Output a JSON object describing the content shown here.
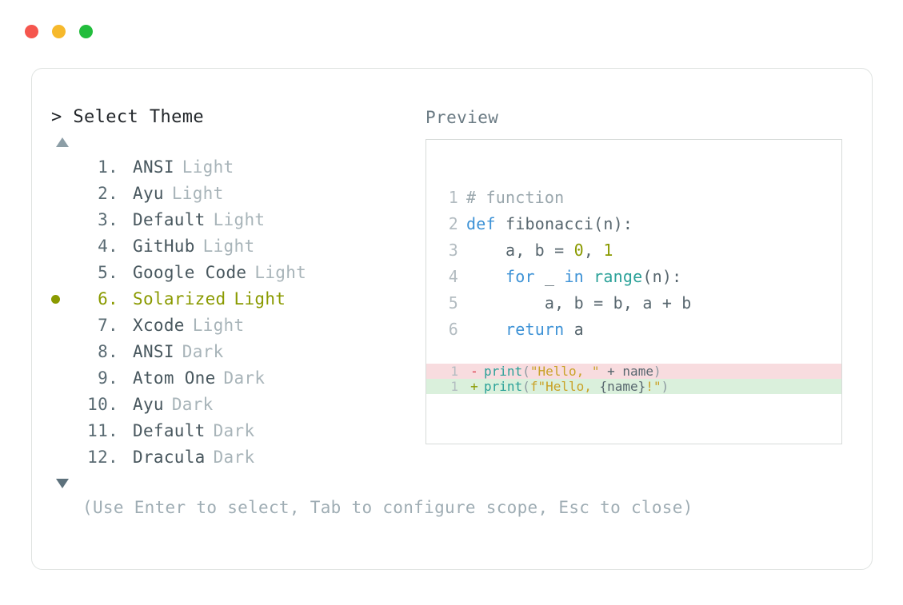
{
  "window": {
    "dots": [
      {
        "name": "close-dot",
        "color": "#f5564e"
      },
      {
        "name": "minimize-dot",
        "color": "#f6b92c"
      },
      {
        "name": "maximize-dot",
        "color": "#22bd3c"
      }
    ]
  },
  "selector": {
    "prompt_caret": ">",
    "prompt_title": "Select Theme",
    "scroll_up_icon": "triangle-up-icon",
    "scroll_down_icon": "triangle-down-icon",
    "selected_index": 6,
    "selected_color": "#8a9a00",
    "items": [
      {
        "index": " 1.",
        "name": "ANSI",
        "mode": "Light",
        "selected": false
      },
      {
        "index": " 2.",
        "name": "Ayu",
        "mode": "Light",
        "selected": false
      },
      {
        "index": " 3.",
        "name": "Default",
        "mode": "Light",
        "selected": false
      },
      {
        "index": " 4.",
        "name": "GitHub",
        "mode": "Light",
        "selected": false
      },
      {
        "index": " 5.",
        "name": "Google Code",
        "mode": "Light",
        "selected": false
      },
      {
        "index": " 6.",
        "name": "Solarized",
        "mode": "Light",
        "selected": true
      },
      {
        "index": " 7.",
        "name": "Xcode",
        "mode": "Light",
        "selected": false
      },
      {
        "index": " 8.",
        "name": "ANSI",
        "mode": "Dark",
        "selected": false
      },
      {
        "index": " 9.",
        "name": "Atom One",
        "mode": "Dark",
        "selected": false
      },
      {
        "index": "10.",
        "name": "Ayu",
        "mode": "Dark",
        "selected": false
      },
      {
        "index": "11.",
        "name": "Default",
        "mode": "Dark",
        "selected": false
      },
      {
        "index": "12.",
        "name": "Dracula",
        "mode": "Dark",
        "selected": false
      }
    ]
  },
  "preview": {
    "label": "Preview",
    "code_lines": [
      {
        "num": "1",
        "tokens": [
          {
            "t": "# function",
            "c": "tok-comment"
          }
        ]
      },
      {
        "num": "2",
        "tokens": [
          {
            "t": "def",
            "c": "tok-kw"
          },
          {
            "t": " fibonacci(n):",
            "c": "tok-plain"
          }
        ]
      },
      {
        "num": "3",
        "tokens": [
          {
            "t": "    a, b = ",
            "c": "tok-plain"
          },
          {
            "t": "0",
            "c": "tok-num"
          },
          {
            "t": ", ",
            "c": "tok-plain"
          },
          {
            "t": "1",
            "c": "tok-num"
          }
        ]
      },
      {
        "num": "4",
        "tokens": [
          {
            "t": "    ",
            "c": "tok-plain"
          },
          {
            "t": "for",
            "c": "tok-kw"
          },
          {
            "t": " _ ",
            "c": "tok-plain"
          },
          {
            "t": "in",
            "c": "tok-kw"
          },
          {
            "t": " ",
            "c": "tok-plain"
          },
          {
            "t": "range",
            "c": "tok-fn"
          },
          {
            "t": "(n):",
            "c": "tok-plain"
          }
        ]
      },
      {
        "num": "5",
        "tokens": [
          {
            "t": "        a, b = b, a + b",
            "c": "tok-plain"
          }
        ]
      },
      {
        "num": "6",
        "tokens": [
          {
            "t": "    ",
            "c": "tok-plain"
          },
          {
            "t": "return",
            "c": "tok-kw"
          },
          {
            "t": " a",
            "c": "tok-plain"
          }
        ]
      }
    ],
    "diff_lines": [
      {
        "kind": "minus",
        "num": "1",
        "marker": "-",
        "tokens": [
          {
            "t": "print",
            "c": "tok-fn"
          },
          {
            "t": "(",
            "c": "tok-punc"
          },
          {
            "t": "\"Hello, \"",
            "c": "tok-str"
          },
          {
            "t": " + ",
            "c": "tok-plain"
          },
          {
            "t": "name",
            "c": "tok-plain"
          },
          {
            "t": ")",
            "c": "tok-punc"
          }
        ]
      },
      {
        "kind": "plus",
        "num": "1",
        "marker": "+",
        "tokens": [
          {
            "t": "print",
            "c": "tok-fn"
          },
          {
            "t": "(",
            "c": "tok-punc"
          },
          {
            "t": "f\"Hello, ",
            "c": "tok-str"
          },
          {
            "t": "{name}",
            "c": "tok-plain"
          },
          {
            "t": "!\"",
            "c": "tok-str"
          },
          {
            "t": ")",
            "c": "tok-punc"
          }
        ]
      }
    ],
    "diff_minus_bg": "#f8dcdf",
    "diff_plus_bg": "#daf0dc"
  },
  "footer": {
    "hint": "(Use Enter to select, Tab to configure scope, Esc to close)"
  }
}
